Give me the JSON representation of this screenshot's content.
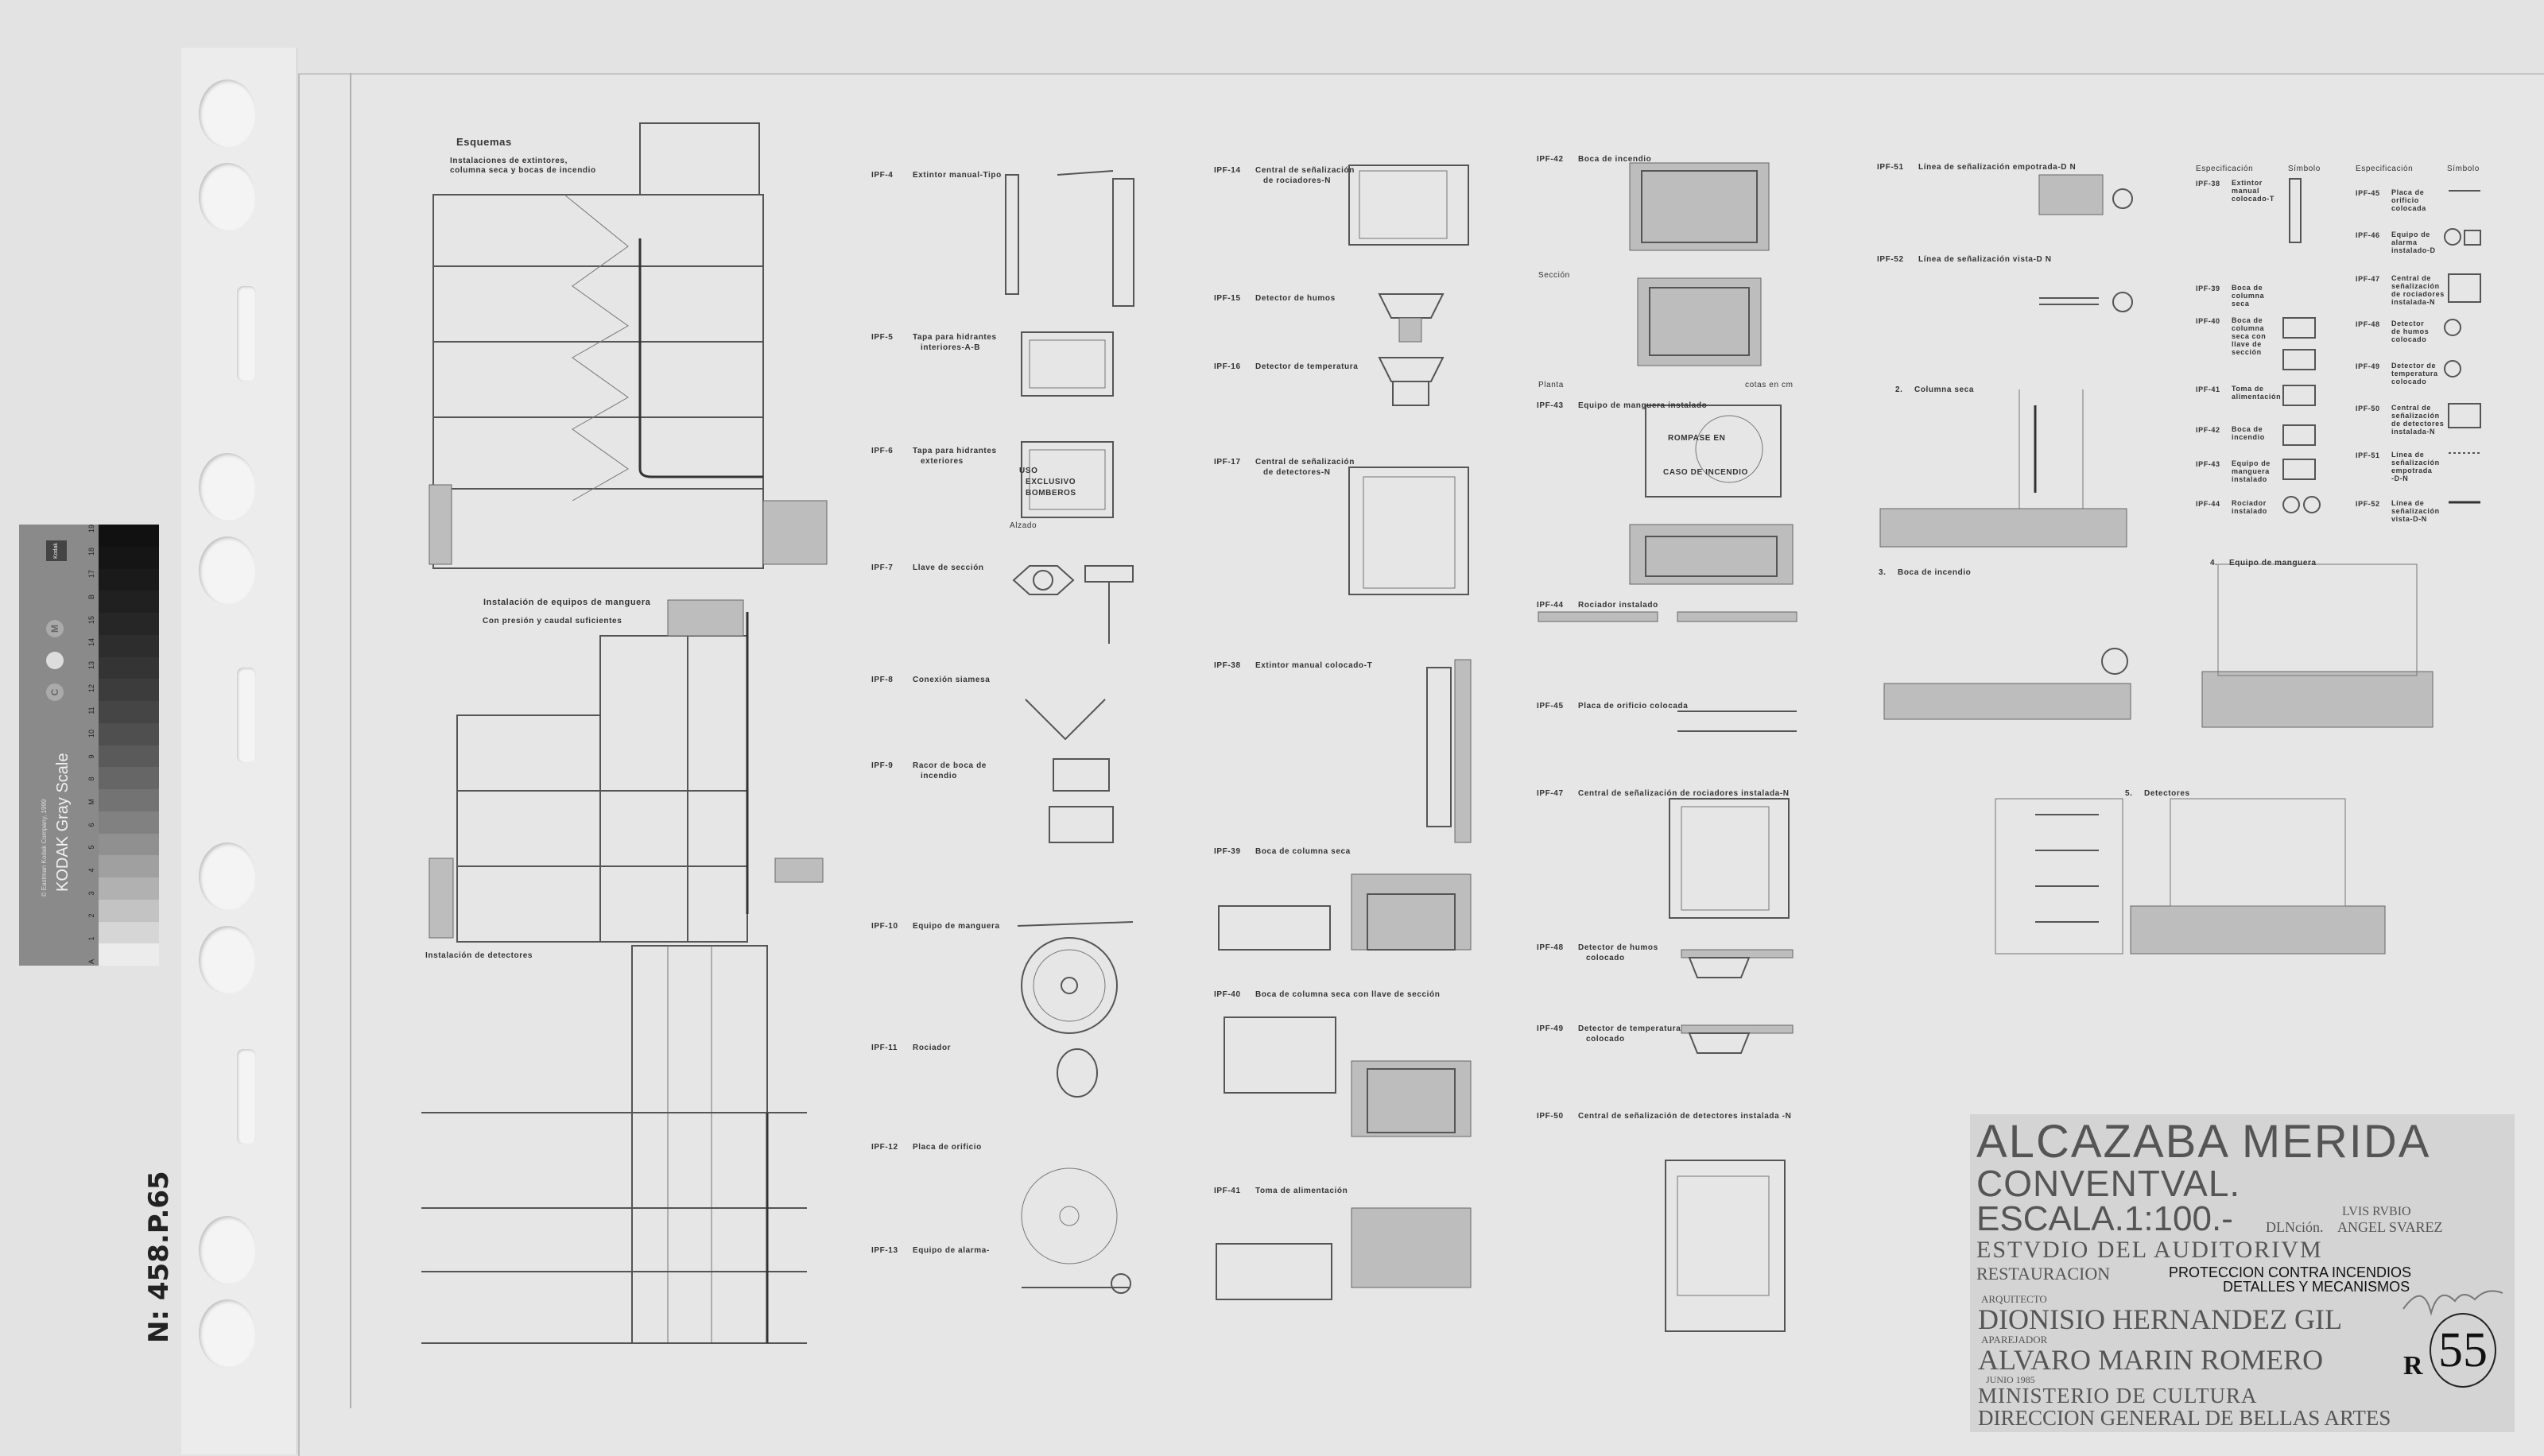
{
  "scan": {
    "archive_number": "N: 458.P.65",
    "gray_scale": {
      "title": "KODAK Gray Scale",
      "copyright": "© Eastman Kodak Company, 1999",
      "step_numbers": [
        "A",
        "1",
        "2",
        "3",
        "4",
        "5",
        "6",
        "M",
        "8",
        "9",
        "10",
        "11",
        "12",
        "13",
        "14",
        "15",
        "B",
        "17",
        "18",
        "19"
      ],
      "markers": [
        "C",
        "M"
      ],
      "logo": "Kodak"
    }
  },
  "schemes": {
    "heading": "Esquemas",
    "extinguishers": "Instalaciones de extintores, columna seca y bocas de incendio",
    "extinguishers_l1": "Instalaciones de extintores,",
    "extinguishers_l2": "columna seca y bocas de incendio",
    "hose": "Instalación de equipos de manguera",
    "hose_note": "Con presión y caudal suficientes",
    "detectors": "Instalación de detectores"
  },
  "details": {
    "col1": [
      {
        "code": "IPF-4",
        "l1": "Extintor manual-Tipo",
        "l2": ""
      },
      {
        "code": "IPF-5",
        "l1": "Tapa para hidrantes",
        "l2": "interiores-A-B"
      },
      {
        "code": "IPF-6",
        "l1": "Tapa para hidrantes",
        "l2": "exteriores"
      },
      {
        "code": "IPF-7",
        "l1": "Llave de sección",
        "l2": ""
      },
      {
        "code": "IPF-8",
        "l1": "Conexión siamesa",
        "l2": ""
      },
      {
        "code": "IPF-9",
        "l1": "Racor de boca de",
        "l2": "incendio"
      },
      {
        "code": "IPF-10",
        "l1": "Equipo de manguera",
        "l2": ""
      },
      {
        "code": "IPF-11",
        "l1": "Rociador",
        "l2": ""
      },
      {
        "code": "IPF-12",
        "l1": "Placa de orificio",
        "l2": ""
      },
      {
        "code": "IPF-13",
        "l1": "Equipo de alarma-",
        "l2": ""
      }
    ],
    "col2": [
      {
        "code": "IPF-14",
        "l1": "Central de señalización",
        "l2": "de rociadores-N"
      },
      {
        "code": "IPF-15",
        "l1": "Detector de humos",
        "l2": ""
      },
      {
        "code": "IPF-16",
        "l1": "Detector de temperatura",
        "l2": ""
      },
      {
        "code": "IPF-17",
        "l1": "Central de señalización",
        "l2": "de detectores-N"
      },
      {
        "code": "IPF-38",
        "l1": "Extintor manual colocado-T",
        "l2": ""
      },
      {
        "code": "IPF-39",
        "l1": "Boca de columna seca",
        "l2": ""
      },
      {
        "code": "IPF-40",
        "l1": "Boca de columna seca con llave de sección",
        "l2": ""
      },
      {
        "code": "IPF-41",
        "l1": "Toma de alimentación",
        "l2": ""
      }
    ],
    "col3": [
      {
        "code": "IPF-42",
        "l1": "Boca de incendio",
        "l2": ""
      },
      {
        "code": "IPF-43",
        "l1": "Equipo de manguera instalado",
        "l2": ""
      },
      {
        "code": "IPF-44",
        "l1": "Rociador instalado",
        "l2": ""
      },
      {
        "code": "IPF-45",
        "l1": "Placa de orificio colocada",
        "l2": ""
      },
      {
        "code": "IPF-47",
        "l1": "Central de señalización de rociadores instalada-N",
        "l2": ""
      },
      {
        "code": "IPF-48",
        "l1": "Detector de humos",
        "l2": "colocado"
      },
      {
        "code": "IPF-49",
        "l1": "Detector de temperatura",
        "l2": "colocado"
      },
      {
        "code": "IPF-50",
        "l1": "Central de señalización de detectores instalada -N",
        "l2": ""
      }
    ],
    "col4": [
      {
        "code": "IPF-51",
        "l1": "Línea de señalización empotrada-D N",
        "l2": ""
      },
      {
        "code": "IPF-52",
        "l1": "Línea de señalización vista-D N",
        "l2": ""
      }
    ],
    "box_text": {
      "uso": "USO",
      "exclusivo": "EXCLUSIVO",
      "bomberos": "BOMBEROS",
      "rompase": "ROMPASE EN",
      "caso": "CASO DE INCENDIO"
    },
    "view_labels": {
      "alzado": "Alzado",
      "seccion": "Sección",
      "planta": "Planta",
      "cotas": "cotas en cm"
    }
  },
  "schematics": [
    {
      "num": "2.",
      "label": "Columna seca"
    },
    {
      "num": "3.",
      "label": "Boca de incendio"
    },
    {
      "num": "4.",
      "label": "Equipo de manguera"
    },
    {
      "num": "5.",
      "label": "Detectores"
    }
  ],
  "legend": {
    "header_spec": "Especificación",
    "header_symbol": "Símbolo",
    "left": [
      {
        "code": "IPF-38",
        "text": [
          "Extintor",
          "manual",
          "colocado-T"
        ]
      },
      {
        "code": "IPF-39",
        "text": [
          "Boca de",
          "columna",
          "seca"
        ]
      },
      {
        "code": "IPF-40",
        "text": [
          "Boca de",
          "columna",
          "seca con",
          "llave de",
          "sección"
        ]
      },
      {
        "code": "IPF-41",
        "text": [
          "Toma de",
          "alimentación"
        ]
      },
      {
        "code": "IPF-42",
        "text": [
          "Boca de",
          "incendio"
        ]
      },
      {
        "code": "IPF-43",
        "text": [
          "Equipo de",
          "manguera",
          "instalado"
        ]
      },
      {
        "code": "IPF-44",
        "text": [
          "Rociador",
          "instalado"
        ]
      }
    ],
    "right": [
      {
        "code": "IPF-45",
        "text": [
          "Placa de",
          "orificio",
          "colocada"
        ]
      },
      {
        "code": "IPF-46",
        "text": [
          "Equipo de",
          "alarma",
          "instalado-D"
        ]
      },
      {
        "code": "IPF-47",
        "text": [
          "Central de",
          "señalización",
          "de rociadores",
          "instalada-N"
        ]
      },
      {
        "code": "IPF-48",
        "text": [
          "Detector",
          "de humos",
          "colocado"
        ]
      },
      {
        "code": "IPF-49",
        "text": [
          "Detector de",
          "temperatura",
          "colocado"
        ]
      },
      {
        "code": "IPF-50",
        "text": [
          "Central de",
          "señalización",
          "de detectores",
          "instalada-N"
        ]
      },
      {
        "code": "IPF-51",
        "text": [
          "Línea de",
          "señalización",
          "empotrada",
          "-D-N"
        ]
      },
      {
        "code": "IPF-52",
        "text": [
          "Línea de",
          "señalización",
          "vista-D-N"
        ]
      }
    ]
  },
  "title_block": {
    "project_l1": "ALCAZABA MERIDA",
    "project_l2": "CONVENTVAL.",
    "scale": "ESCALA.1:100.-",
    "direction_label": "DLNción.",
    "director_1": "LVIS RVBIO",
    "director_2": "ANGEL SVAREZ",
    "study": "ESTVDIO DEL AUDITORIVM",
    "type": "RESTAURACION",
    "subject_l1": "PROTECCION CONTRA INCENDIOS",
    "subject_l2": "DETALLES Y MECANISMOS",
    "architect_label": "ARQUITECTO",
    "architect": "DIONISIO HERNANDEZ GIL",
    "surveyor_label": "APAREJADOR",
    "surveyor": "ALVARO MARIN ROMERO",
    "date": "JUNIO 1985",
    "ministry": "MINISTERIO DE CULTURA",
    "directorate": "DIRECCION GENERAL DE BELLAS ARTES",
    "revision": "R",
    "sheet_number": "55"
  }
}
